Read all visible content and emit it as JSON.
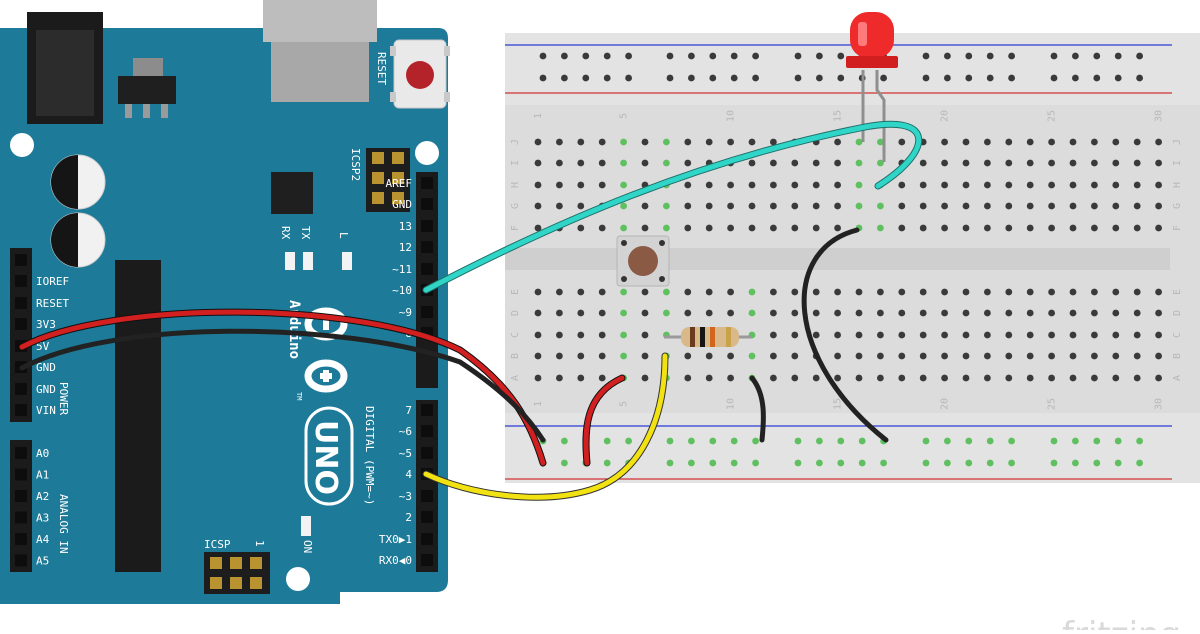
{
  "board": {
    "reset": "RESET",
    "icsp2": "ICSP2",
    "tx": "TX",
    "rx": "RX",
    "l": "L",
    "on": "ON",
    "icsp": "ICSP",
    "icsp_pin": "1",
    "brand": "Arduino",
    "tm": "TM",
    "model": "UNO",
    "digital": "DIGITAL (PWM=~)",
    "power": "POWER",
    "analog": "ANALOG IN",
    "digital_pins": [
      "AREF",
      "GND",
      "13",
      "12",
      "~11",
      "~10",
      "~9",
      "8",
      "7",
      "~6",
      "~5",
      "4",
      "~3",
      "2",
      "TX0▶1",
      "RX0◀0"
    ],
    "power_pins": [
      "IOREF",
      "RESET",
      "3V3",
      "5V",
      "GND",
      "GND",
      "VIN"
    ],
    "analog_pins": [
      "A0",
      "A1",
      "A2",
      "A3",
      "A4",
      "A5"
    ]
  },
  "breadboard": {
    "columns": [
      "1",
      "5",
      "10",
      "15",
      "20",
      "25",
      "30"
    ],
    "rows_top": [
      "J",
      "I",
      "H",
      "G",
      "F"
    ],
    "rows_bottom": [
      "E",
      "D",
      "C",
      "B",
      "A"
    ]
  },
  "watermark": "fritzing",
  "colors": {
    "board": "#1d7a98",
    "wire_red": "#d21f1f",
    "wire_black": "#222222",
    "wire_cyan": "#2fd6c8",
    "wire_yellow": "#f2e211",
    "led": "#ee2a2a",
    "hole_active": "#5ec05e"
  }
}
